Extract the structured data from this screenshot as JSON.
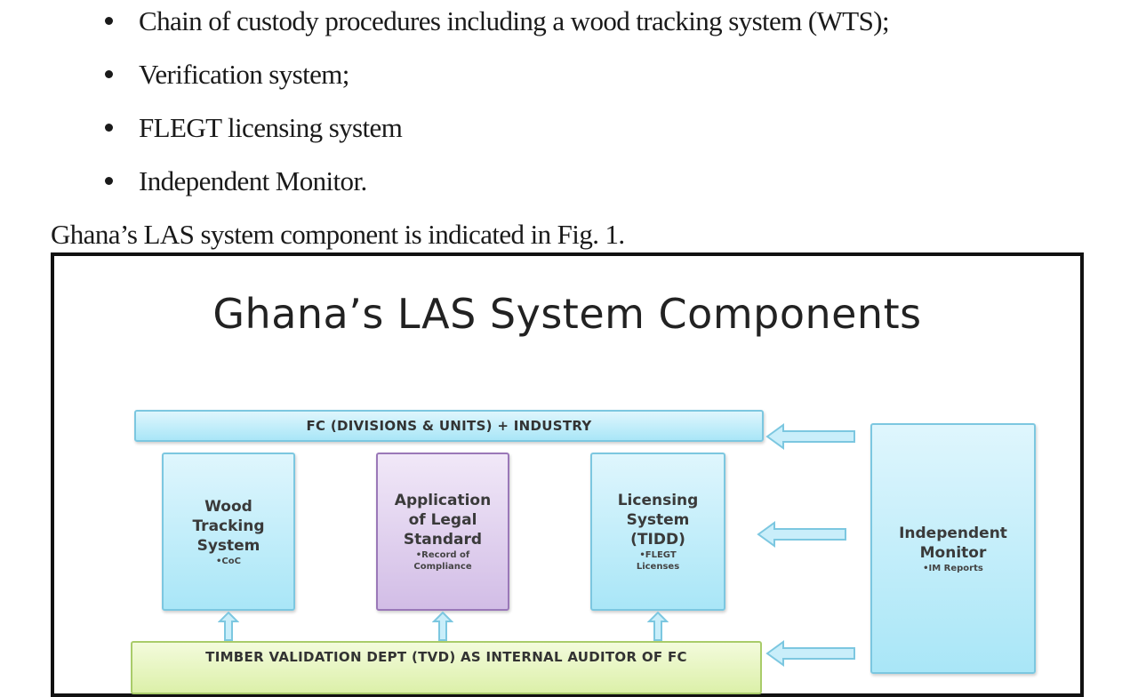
{
  "bullets": [
    {
      "text": "Chain of custody procedures including a wood tracking system (WTS);"
    },
    {
      "text": "Verification system;"
    },
    {
      "text": "FLEGT licensing system"
    },
    {
      "text": "Independent Monitor."
    }
  ],
  "intro_text": "Ghana’s LAS system component is indicated in Fig. 1.",
  "figure": {
    "title": "Ghana’s LAS System Components",
    "top_banner": "FC (DIVISIONS & UNITS) + INDUSTRY",
    "boxes": [
      {
        "lines": [
          "Wood",
          "Tracking",
          "System"
        ],
        "sub": [
          "•CoC"
        ]
      },
      {
        "lines": [
          "Application",
          "of Legal",
          "Standard"
        ],
        "sub": [
          "•Record of",
          "Compliance"
        ]
      },
      {
        "lines": [
          "Licensing",
          "System",
          "(TIDD)"
        ],
        "sub": [
          "•FLEGT",
          "Licenses"
        ]
      }
    ],
    "monitor": {
      "lines": [
        "Independent",
        "Monitor"
      ],
      "sub": [
        "•IM Reports"
      ]
    },
    "bottom_banner": "TIMBER VALIDATION DEPT (TVD) AS INTERNAL AUDITOR OF FC",
    "colors": {
      "blue": "#a9e6f7",
      "purple": "#d2bde6",
      "green": "#dcf0a9"
    }
  }
}
